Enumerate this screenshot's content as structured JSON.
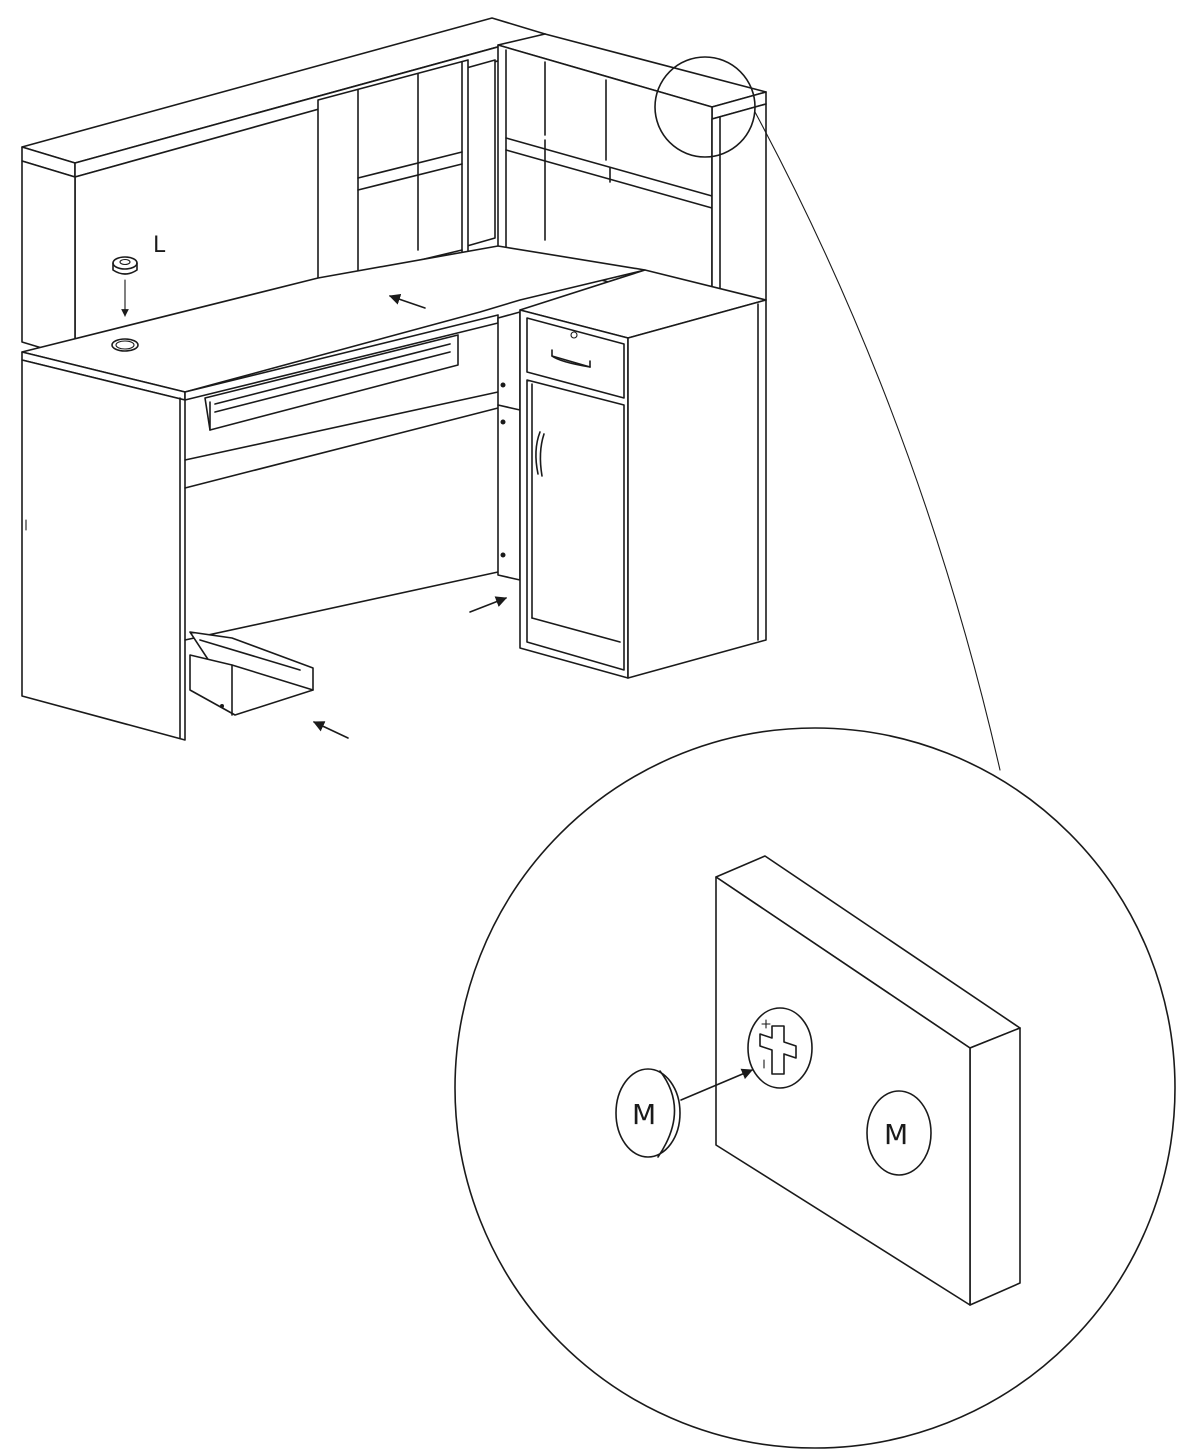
{
  "labels": {
    "part_l": "L",
    "part_m_left": "M",
    "part_m_right": "M"
  },
  "colors": {
    "line": "#1a1a1a",
    "background": "#ffffff"
  }
}
